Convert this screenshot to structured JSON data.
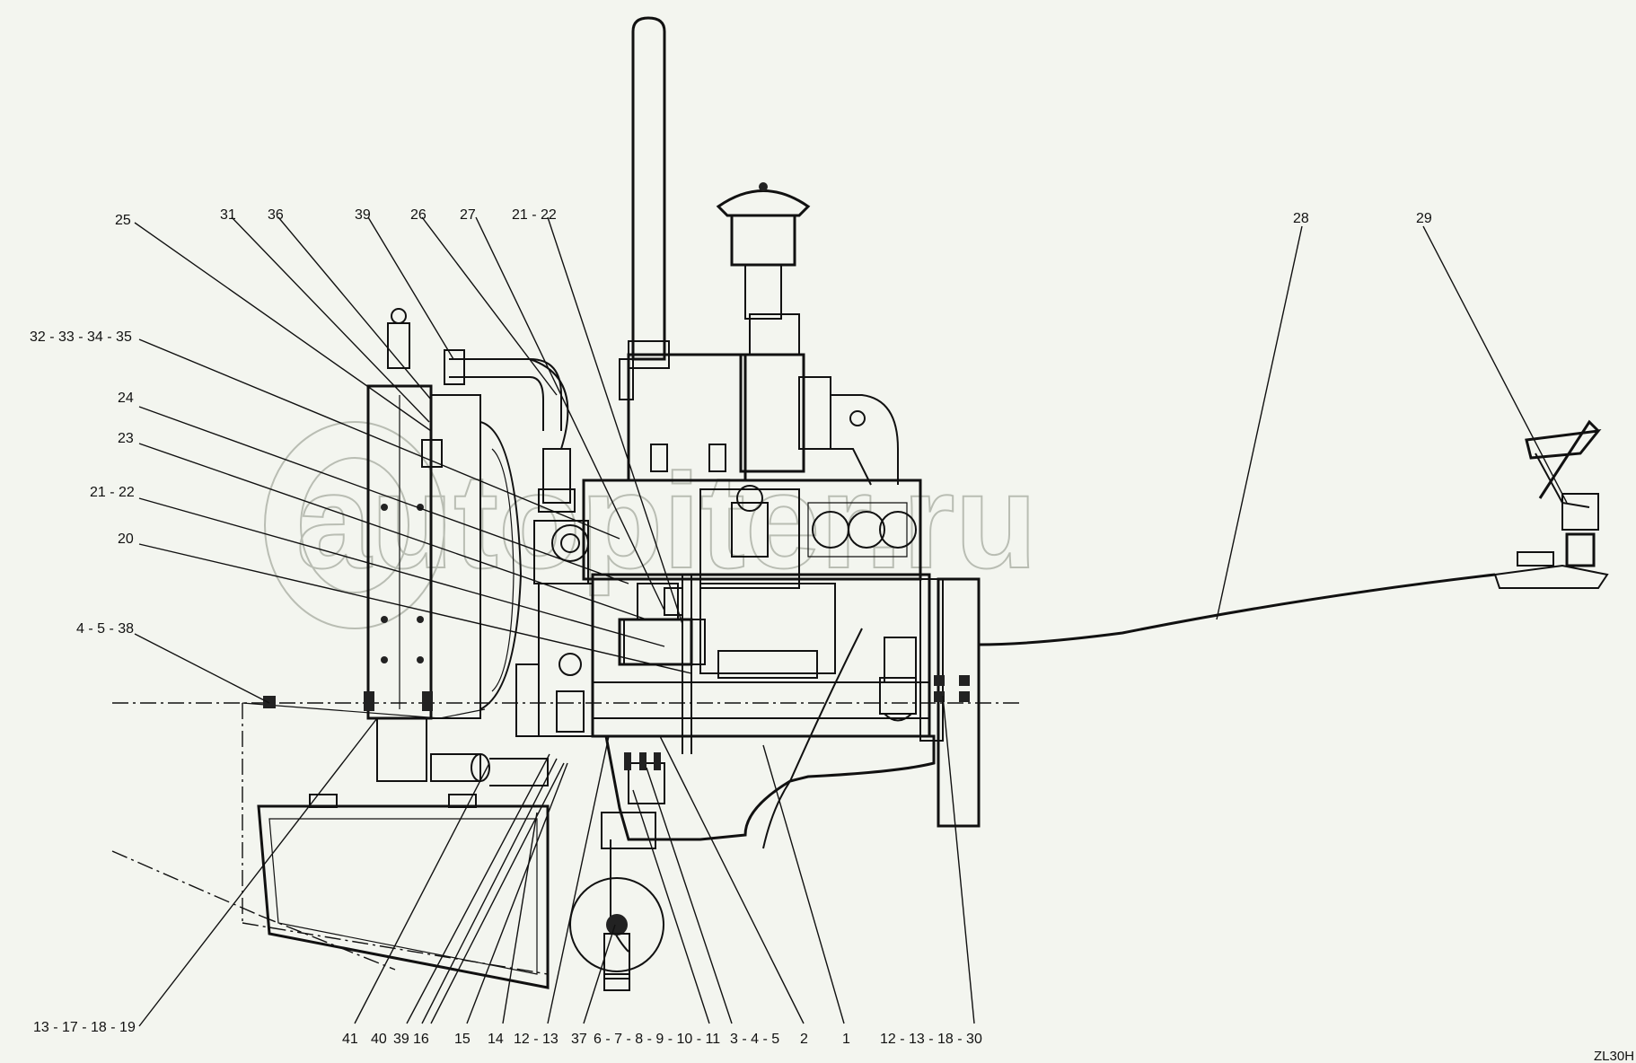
{
  "watermark": "autopiter.ru",
  "drawing_code": "ZL30H",
  "callouts": [
    {
      "id": "c-25",
      "label": "25"
    },
    {
      "id": "c-31",
      "label": "31"
    },
    {
      "id": "c-36",
      "label": "36"
    },
    {
      "id": "c-39-top",
      "label": "39"
    },
    {
      "id": "c-26",
      "label": "26"
    },
    {
      "id": "c-27",
      "label": "27"
    },
    {
      "id": "c-21-22-top",
      "label": "21 - 22"
    },
    {
      "id": "c-28",
      "label": "28"
    },
    {
      "id": "c-29",
      "label": "29"
    },
    {
      "id": "c-32-33-34-35",
      "label": "32 - 33 - 34 - 35"
    },
    {
      "id": "c-24",
      "label": "24"
    },
    {
      "id": "c-23",
      "label": "23"
    },
    {
      "id": "c-21-22-left",
      "label": "21 - 22"
    },
    {
      "id": "c-20",
      "label": "20"
    },
    {
      "id": "c-4-5-38",
      "label": "4 - 5 - 38"
    },
    {
      "id": "c-13-17-18-19",
      "label": "13 - 17 - 18 - 19"
    },
    {
      "id": "c-41",
      "label": "41"
    },
    {
      "id": "c-40",
      "label": "40"
    },
    {
      "id": "c-39-bottom",
      "label": "39"
    },
    {
      "id": "c-16",
      "label": "16"
    },
    {
      "id": "c-15",
      "label": "15"
    },
    {
      "id": "c-14",
      "label": "14"
    },
    {
      "id": "c-12-13-bottom",
      "label": "12 - 13"
    },
    {
      "id": "c-37",
      "label": "37"
    },
    {
      "id": "c-6-7-8-9-10-11",
      "label": "6 - 7 - 8 - 9 - 10 - 11"
    },
    {
      "id": "c-3-4-5",
      "label": "3 - 4 - 5"
    },
    {
      "id": "c-2",
      "label": "2"
    },
    {
      "id": "c-1",
      "label": "1"
    },
    {
      "id": "c-12-13-18-30",
      "label": "12 - 13 - 18 - 30"
    }
  ]
}
